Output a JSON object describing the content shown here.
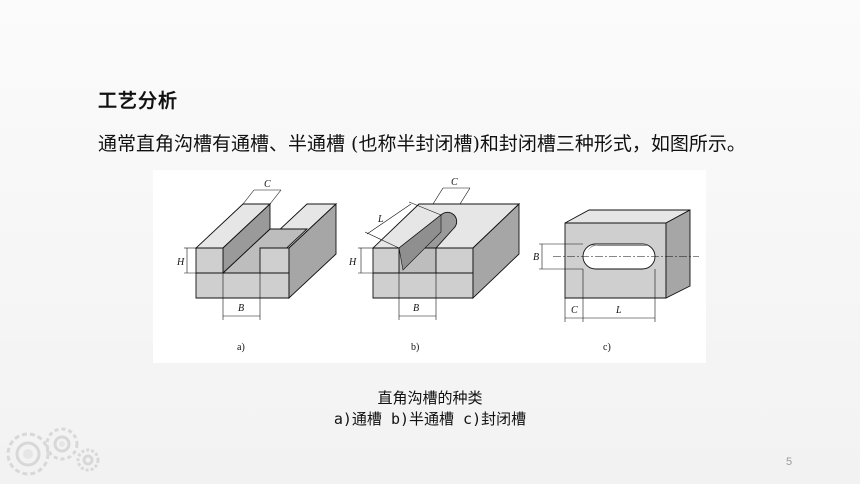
{
  "heading": "工艺分析",
  "paragraph": "通常直角沟槽有通槽、半通槽 (也称半封闭槽)和封闭槽三种形式，如图所示。",
  "figure": {
    "labels": {
      "a_C": "C",
      "a_H": "H",
      "a_B": "B",
      "a_sub": "a)",
      "b_C": "C",
      "b_L": "L",
      "b_H": "H",
      "b_B": "B",
      "b_sub": "b)",
      "c_B": "B",
      "c_C": "C",
      "c_L": "L",
      "c_sub": "c)"
    }
  },
  "caption": {
    "title": "直角沟槽的种类",
    "subtitle": "a)通槽 b)半通槽 c)封闭槽"
  },
  "page_number": "5"
}
